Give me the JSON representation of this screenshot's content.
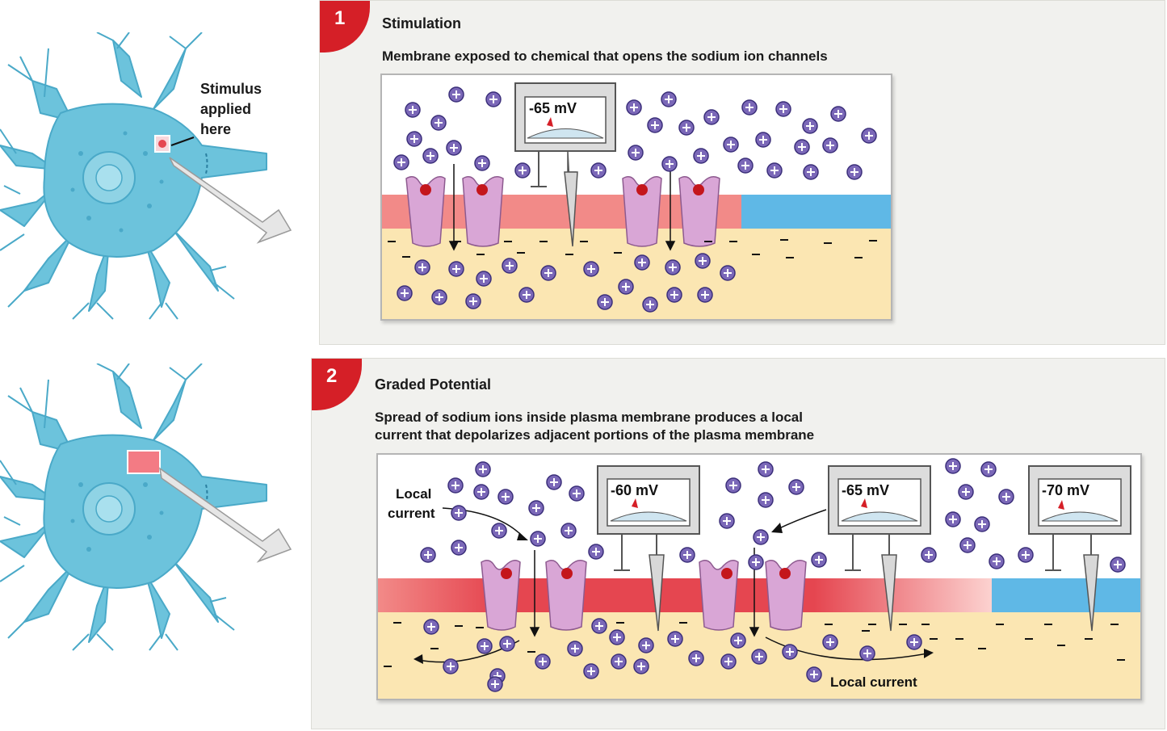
{
  "neuron1": {
    "label_lines": [
      "Stimulus",
      "applied",
      "here"
    ]
  },
  "panel1": {
    "step": "1",
    "title": "Stimulation",
    "description": "Membrane exposed to chemical that opens the sodium ion channels",
    "meters": [
      "-65 mV"
    ]
  },
  "panel2": {
    "step": "2",
    "title": "Graded Potential",
    "description_lines": [
      "Spread of sodium ions inside plasma membrane produces a local",
      "current that depolarizes adjacent portions of the plasma membrane"
    ],
    "meters": [
      "-60 mV",
      "-65 mV",
      "-70 mV"
    ],
    "local_current_left_lines": [
      "Local",
      "current"
    ],
    "local_current_bottom": "Local current"
  },
  "colors": {
    "step_tab": "#d51f27",
    "membrane_depolarized": "#f28a88",
    "membrane_strong": "#e54650",
    "membrane_resting": "#5fb8e6",
    "cytoplasm": "#fbe6b2",
    "ion": "#7b68b8",
    "channel": "#d9a6d6",
    "neuron": "#6cc3dc"
  },
  "icons": [
    "sodium-ion-icon",
    "sodium-channel-icon",
    "voltmeter-icon",
    "electrode-icon",
    "negative-charge-icon"
  ]
}
